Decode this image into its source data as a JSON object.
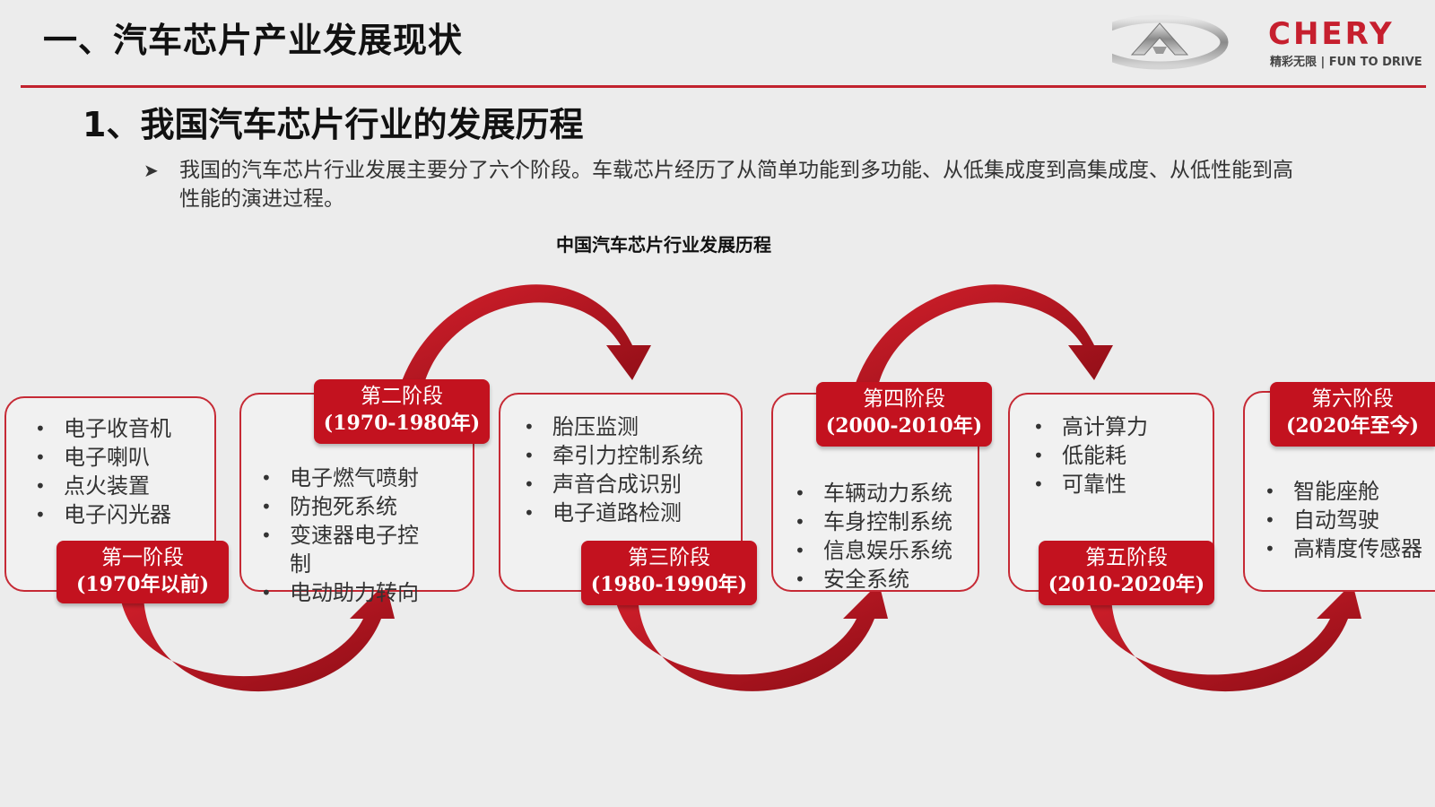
{
  "header": {
    "title": "一、汽车芯片产业发展现状",
    "brand_name": "CHERY",
    "brand_slogan": "精彩无限 | FUN TO DRIVE"
  },
  "section": {
    "title": "1、我国汽车芯片行业的发展历程",
    "intro": "我国的汽车芯片行业发展主要分了六个阶段。车载芯片经历了从简单功能到多功能、从低集成度到高集成度、从低性能到高性能的演进过程。"
  },
  "diagram": {
    "title": "中国汽车芯片行业发展历程",
    "stages": [
      {
        "name": "第一阶段",
        "years": "(1970年以前)",
        "items": [
          "电子收音机",
          "电子喇叭",
          "点火装置",
          "电子闪光器"
        ]
      },
      {
        "name": "第二阶段",
        "years": "(1970-1980年)",
        "items": [
          "电子燃气喷射",
          "防抱死系统",
          "变速器电子控",
          "制",
          "电动助力转向"
        ]
      },
      {
        "name": "第三阶段",
        "years": "(1980-1990年)",
        "items": [
          "胎压监测",
          "牵引力控制系统",
          "声音合成识别",
          "电子道路检测"
        ]
      },
      {
        "name": "第四阶段",
        "years": "(2000-2010年)",
        "items": [
          "车辆动力系统",
          "车身控制系统",
          "信息娱乐系统",
          "安全系统"
        ]
      },
      {
        "name": "第五阶段",
        "years": "(2010-2020年)",
        "items": [
          "高计算力",
          "低能耗",
          "可靠性"
        ]
      },
      {
        "name": "第六阶段",
        "years": "(2020年至今)",
        "items": [
          "智能座舱",
          "自动驾驶",
          "高精度传感器"
        ]
      }
    ]
  },
  "colors": {
    "accent": "#c3121f",
    "rule": "#c2222e",
    "background": "#ececec"
  }
}
